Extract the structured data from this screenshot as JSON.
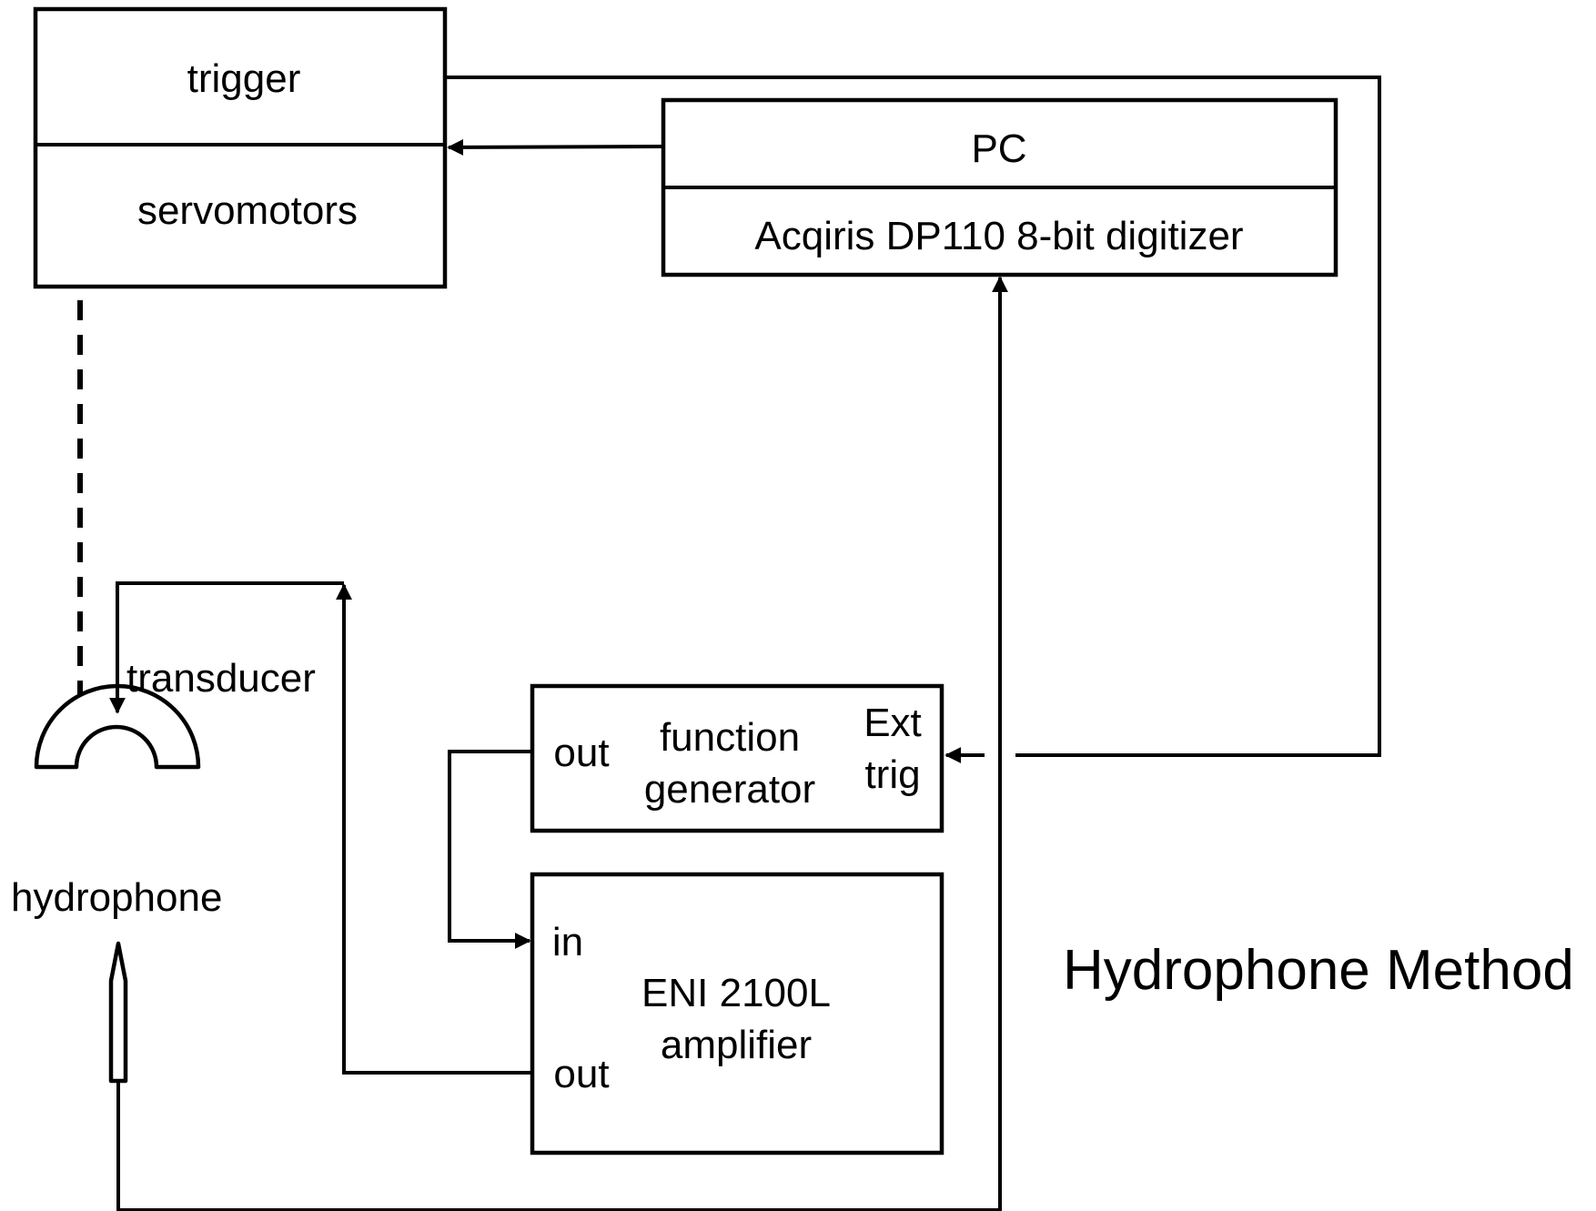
{
  "labels": {
    "trigger": "trigger",
    "servomotors": "servomotors",
    "pc": "PC",
    "digitizer": "Acqiris DP110 8-bit digitizer",
    "transducer": "transducer",
    "hydrophone": "hydrophone",
    "function_generator_line1": "function",
    "function_generator_line2": "generator",
    "fg_out": "out",
    "ext_trig_line1": "Ext",
    "ext_trig_line2": "trig",
    "amp_in": "in",
    "amp_out": "out",
    "amplifier_line1": "ENI 2100L",
    "amplifier_line2": "amplifier",
    "title": "Hydrophone Method"
  }
}
